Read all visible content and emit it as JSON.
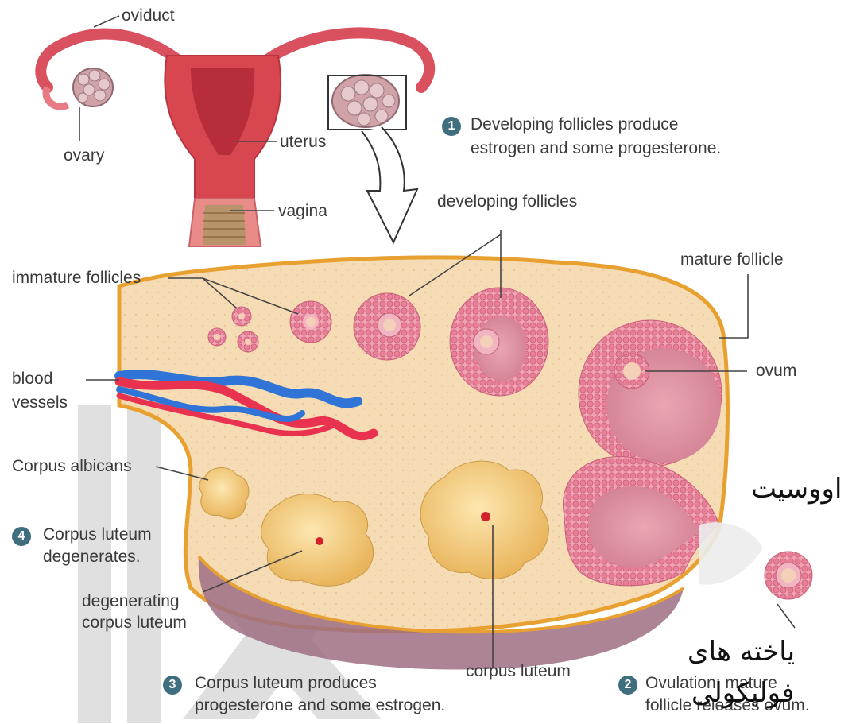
{
  "labels": {
    "oviduct": "oviduct",
    "ovary": "ovary",
    "uterus": "uterus",
    "vagina": "vagina",
    "developing_follicles": "developing follicles",
    "immature_follicles": "immature follicles",
    "mature_follicle": "mature follicle",
    "blood_vessels_1": "blood",
    "blood_vessels_2": "vessels",
    "ovum": "ovum",
    "corpus_albicans": "Corpus albicans",
    "degenerating_1": "degenerating",
    "degenerating_2": "corpus luteum",
    "corpus_luteum": "corpus luteum"
  },
  "steps": [
    {
      "number": "1",
      "line1": "Developing follicles produce",
      "line2": "estrogen and some progesterone."
    },
    {
      "number": "2",
      "line1": "Ovulation: mature",
      "line2": "follicle releases ovum."
    },
    {
      "number": "3",
      "line1": "Corpus luteum produces",
      "line2": "progesterone and some estrogen."
    },
    {
      "number": "4",
      "line1": "Corpus luteum",
      "line2": "degenerates."
    }
  ],
  "annotations_fa": {
    "oocyte": "اووسیت",
    "follicular_cells_1": "یاخته های",
    "follicular_cells_2": "فولیکولی"
  },
  "colors": {
    "ovary_fill": "#f6dcb4",
    "ovary_border": "#e8a030",
    "follicle": "#e87f96",
    "artery": "#e8324f",
    "vein": "#2f74d6",
    "corpus": "#f4cf78",
    "step_badge": "#3f6f7f"
  }
}
